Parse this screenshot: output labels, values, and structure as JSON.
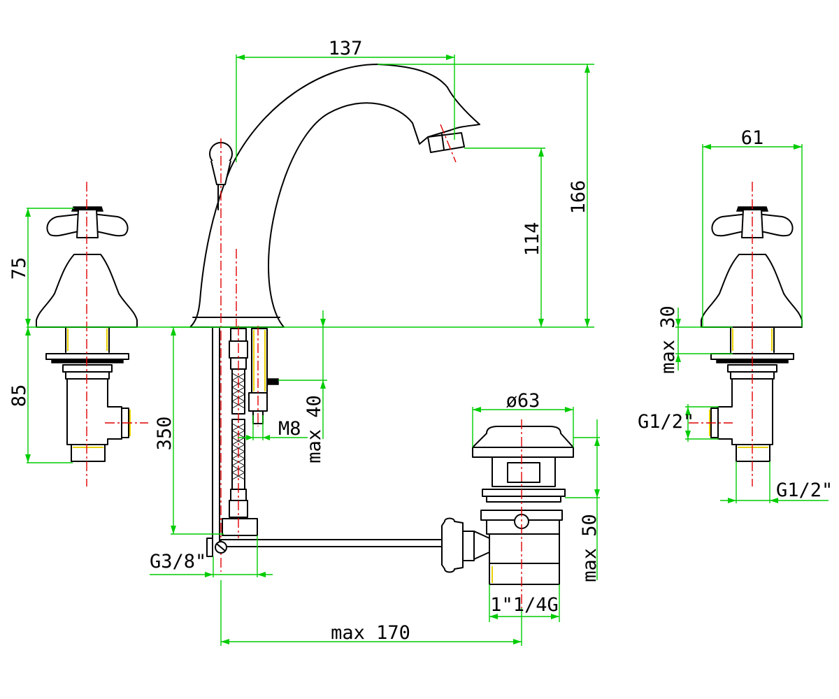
{
  "dimensions": {
    "spout_reach": "137",
    "spout_height": "166",
    "outlet_height": "114",
    "handle_height": "75",
    "valve_body_length": "85",
    "max_deck_thickness_right": "max 30",
    "handle_spacing": "61",
    "inlet_thread_right": "G1/2\"",
    "outlet_thread_right": "G1/2\"",
    "waste_diameter": "ø63",
    "max_deck_thickness": "max 40",
    "rod_thread": "M8",
    "hose_length": "350",
    "hose_thread": "G3/8\"",
    "waste_thread": "1\"1/4G",
    "waste_max_length": "max 50",
    "max_rod_length": "max 170"
  },
  "colors": {
    "outline": "#000000",
    "dimension_lines": "#00cc00",
    "center_lines": "#e00000",
    "threads": "#e8d000"
  }
}
